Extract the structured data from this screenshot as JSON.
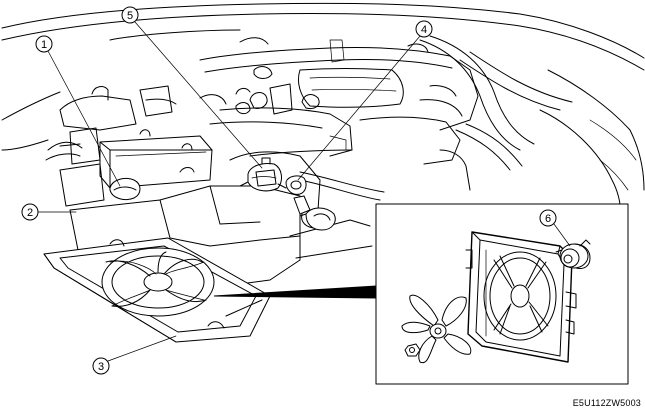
{
  "callouts": [
    {
      "id": "1",
      "label": "1"
    },
    {
      "id": "2",
      "label": "2"
    },
    {
      "id": "3",
      "label": "3"
    },
    {
      "id": "4",
      "label": "4"
    },
    {
      "id": "5",
      "label": "5"
    },
    {
      "id": "6",
      "label": "6"
    }
  ],
  "figure_code": "E5U112ZW5003"
}
